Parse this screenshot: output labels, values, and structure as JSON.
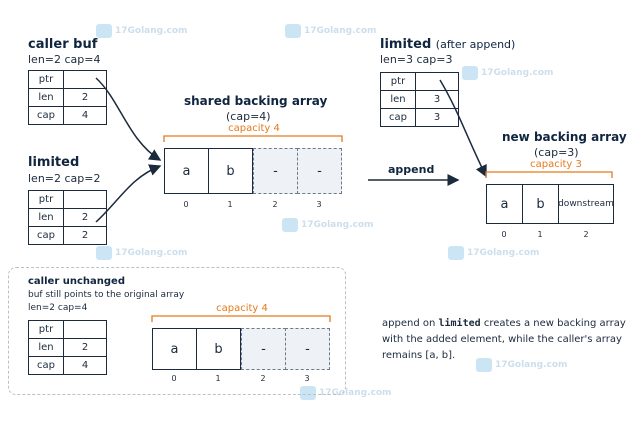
{
  "caller": {
    "title": "caller buf",
    "meta": "len=2  cap=4",
    "rows": [
      {
        "key": "ptr",
        "value": ""
      },
      {
        "key": "len",
        "value": "2"
      },
      {
        "key": "cap",
        "value": "4"
      }
    ]
  },
  "limited": {
    "title": "limited",
    "meta": "len=2  cap=2",
    "rows": [
      {
        "key": "ptr",
        "value": ""
      },
      {
        "key": "len",
        "value": "2"
      },
      {
        "key": "cap",
        "value": "2"
      }
    ]
  },
  "shared": {
    "title": "shared backing array",
    "subtitle": "(cap=4)",
    "capacity_label": "capacity 4",
    "cells": [
      "a",
      "b",
      "-",
      "-"
    ],
    "indices": [
      "0",
      "1",
      "2",
      "3"
    ]
  },
  "append_label": "append",
  "limited_after": {
    "title_name": "limited",
    "title_note": "(after append)",
    "meta": "len=3  cap=3",
    "rows": [
      {
        "key": "ptr",
        "value": ""
      },
      {
        "key": "len",
        "value": "3"
      },
      {
        "key": "cap",
        "value": "3"
      }
    ]
  },
  "new_array": {
    "title": "new backing array",
    "subtitle": "(cap=3)",
    "capacity_label": "capacity 3",
    "cells": [
      "a",
      "b",
      "downstream"
    ],
    "indices": [
      "0",
      "1",
      "2"
    ]
  },
  "unchanged": {
    "title": "caller unchanged",
    "desc": "buf still points to the original array",
    "meta": "len=2  cap=4",
    "rows": [
      {
        "key": "ptr",
        "value": ""
      },
      {
        "key": "len",
        "value": "2"
      },
      {
        "key": "cap",
        "value": "4"
      }
    ],
    "capacity_label": "capacity 4",
    "cells": [
      "a",
      "b",
      "-",
      "-"
    ],
    "indices": [
      "0",
      "1",
      "2",
      "3"
    ]
  },
  "note": {
    "prefix": "append on ",
    "code": "limited",
    "suffix": " creates a new backing array",
    "line2": "with the added element, while the caller's array",
    "line3": "remains [a, b]."
  },
  "watermark": "17Golang.com",
  "colors": {
    "accent": "#e57a1c",
    "ink": "#1b2a3c",
    "empty_fill": "#eef1f5"
  }
}
